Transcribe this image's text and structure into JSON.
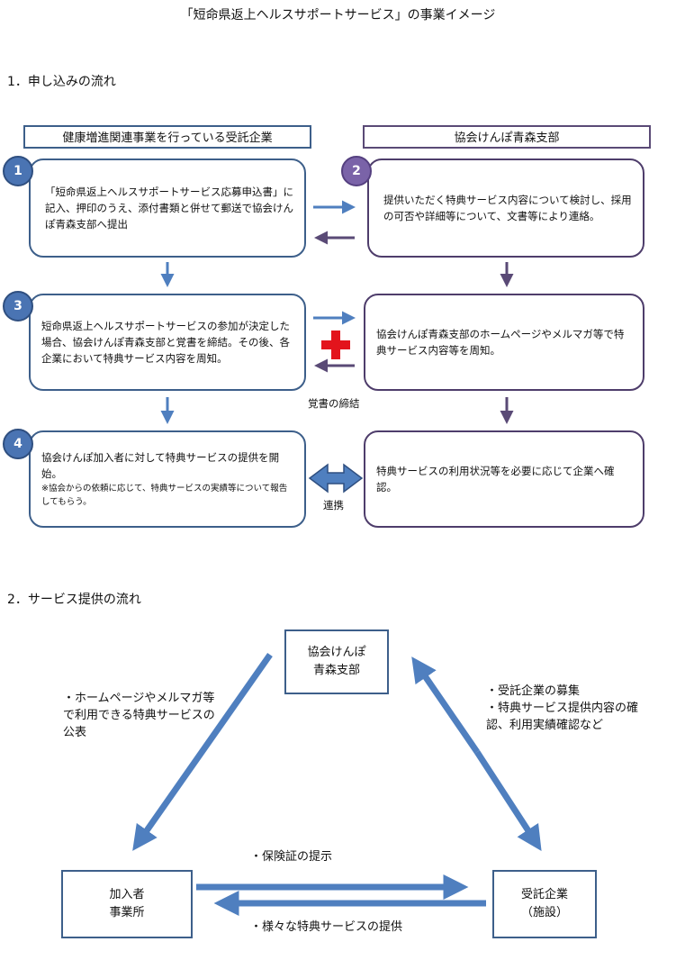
{
  "title": "「短命県返上ヘルスサポートサービス」の事業イメージ",
  "section1": {
    "heading": "1．申し込みの流れ",
    "left_header": "健康増進関連事業を行っている受託企業",
    "right_header": "協会けんぽ青森支部",
    "steps": [
      {
        "num": "1",
        "text": "「短命県返上ヘルスサポートサービス応募申込書」に記入、押印のうえ、添付書類と併せて郵送で協会けんぽ青森支部へ提出"
      },
      {
        "num": "2",
        "text": "提供いただく特典サービス内容について検討し、採用の可否や詳細等について、文書等により連絡。"
      },
      {
        "num": "3",
        "text": "短命県返上ヘルスサポートサービスの参加が決定した場合、協会けんぽ青森支部と覚書を締結。その後、各企業において特典サービス内容を周知。"
      },
      {
        "num": "4",
        "text": "協会けんぽ加入者に対して特典サービスの提供を開始。",
        "note": "※協会からの依頼に応じて、特典サービスの実績等について報告してもらう。"
      }
    ],
    "right_step3": "協会けんぽ青森支部のホームページやメルマガ等で特典サービス内容等を周知。",
    "right_step4": "特典サービスの利用状況等を必要に応じて企業へ確認。",
    "agreement_label": "覚書の締結",
    "cooperation_label": "連携"
  },
  "section2": {
    "heading": "2．サービス提供の流れ",
    "node_top": "協会けんぽ\n青森支部",
    "node_left": "加入者\n事業所",
    "node_right": "受託企業\n（施設）",
    "label_left": "・ホームページやメルマガ等で利用できる特典サービスの公表",
    "label_right": "・受託企業の募集\n・特典サービス提供内容の確認、利用実績確認など",
    "label_top_arrow": "・保険証の提示",
    "label_bottom_arrow": "・様々な特典サービスの提供"
  },
  "colors": {
    "blue": "#3d5f8a",
    "arrow_blue": "#4f7fbf",
    "purple": "#5a4a76",
    "red": "#e3141c"
  }
}
